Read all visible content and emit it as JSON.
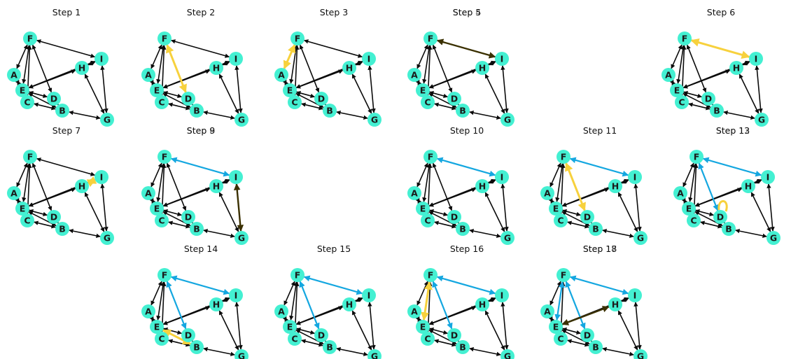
{
  "figure": {
    "colors": {
      "node_fill": "#44f0d2",
      "node_fill_dark": "#1ee8c0",
      "edge_default": "#0b0b0b",
      "edge_highlight": "#f7d13d",
      "edge_visited": "#14a7e0",
      "edge_dark_highlight": "#3a3000",
      "label": "#1a1a1a"
    },
    "nodes": [
      {
        "id": "F",
        "label": "F"
      },
      {
        "id": "I",
        "label": "I"
      },
      {
        "id": "H",
        "label": "H"
      },
      {
        "id": "A",
        "label": "A"
      },
      {
        "id": "E",
        "label": "E"
      },
      {
        "id": "D",
        "label": "D"
      },
      {
        "id": "C",
        "label": "C"
      },
      {
        "id": "B",
        "label": "B"
      },
      {
        "id": "G",
        "label": "G"
      }
    ],
    "edges": [
      [
        "F",
        "I"
      ],
      [
        "F",
        "D"
      ],
      [
        "F",
        "E"
      ],
      [
        "F",
        "C"
      ],
      [
        "F",
        "A"
      ],
      [
        "I",
        "H"
      ],
      [
        "I",
        "G"
      ],
      [
        "H",
        "E"
      ],
      [
        "H",
        "G"
      ],
      [
        "A",
        "E"
      ],
      [
        "E",
        "D"
      ],
      [
        "E",
        "C"
      ],
      [
        "E",
        "B"
      ],
      [
        "C",
        "B"
      ],
      [
        "D",
        "B"
      ],
      [
        "B",
        "G"
      ],
      [
        "I",
        "E"
      ]
    ],
    "panels": [
      {
        "title": "Step 1",
        "highlight": [],
        "visited": [],
        "dark": []
      },
      {
        "title": "Step 2",
        "highlight": [
          [
            "F",
            "D"
          ]
        ],
        "visited": [],
        "dark": []
      },
      {
        "title": "Step 3",
        "highlight": [
          [
            "F",
            "A"
          ]
        ],
        "visited": [],
        "dark": []
      },
      {
        "title": "Step 5",
        "title_overlay": "Step 4",
        "highlight": [],
        "visited": [],
        "dark": [
          [
            "F",
            "I"
          ]
        ]
      },
      {
        "title": "Step 6",
        "highlight": [
          [
            "F",
            "I"
          ]
        ],
        "visited": [],
        "dark": []
      },
      {
        "title": "Step 7",
        "highlight": [
          [
            "I",
            "H"
          ]
        ],
        "visited": [],
        "dark": []
      },
      {
        "title": "Step 9",
        "title_overlay": "Step 8",
        "highlight": [],
        "visited": [
          [
            "F",
            "I"
          ]
        ],
        "dark": [
          [
            "I",
            "G"
          ]
        ]
      },
      {
        "title": "Step 10",
        "highlight": [],
        "visited": [
          [
            "F",
            "I"
          ]
        ],
        "dark": []
      },
      {
        "title": "Step 11",
        "highlight": [
          [
            "F",
            "D"
          ]
        ],
        "visited": [
          [
            "F",
            "I"
          ]
        ],
        "dark": []
      },
      {
        "title": "Step 13",
        "title_overlay": "Step 12",
        "highlight": [
          [
            "D",
            "D"
          ]
        ],
        "visited": [
          [
            "F",
            "I"
          ],
          [
            "F",
            "D"
          ]
        ],
        "dark": []
      },
      {
        "title": "Step 14",
        "highlight": [
          [
            "E",
            "B"
          ]
        ],
        "visited": [
          [
            "F",
            "I"
          ],
          [
            "F",
            "D"
          ]
        ],
        "dark": []
      },
      {
        "title": "Step 15",
        "highlight": [],
        "visited": [
          [
            "F",
            "I"
          ],
          [
            "F",
            "D"
          ]
        ],
        "dark": []
      },
      {
        "title": "Step 16",
        "highlight": [
          [
            "F",
            "E"
          ]
        ],
        "visited": [
          [
            "F",
            "I"
          ],
          [
            "F",
            "D"
          ]
        ],
        "dark": []
      },
      {
        "title": "Step 18",
        "title_overlay": "Step 17",
        "highlight": [],
        "visited": [
          [
            "F",
            "I"
          ],
          [
            "F",
            "D"
          ],
          [
            "F",
            "E"
          ]
        ],
        "dark": [
          [
            "H",
            "E"
          ]
        ]
      }
    ]
  }
}
